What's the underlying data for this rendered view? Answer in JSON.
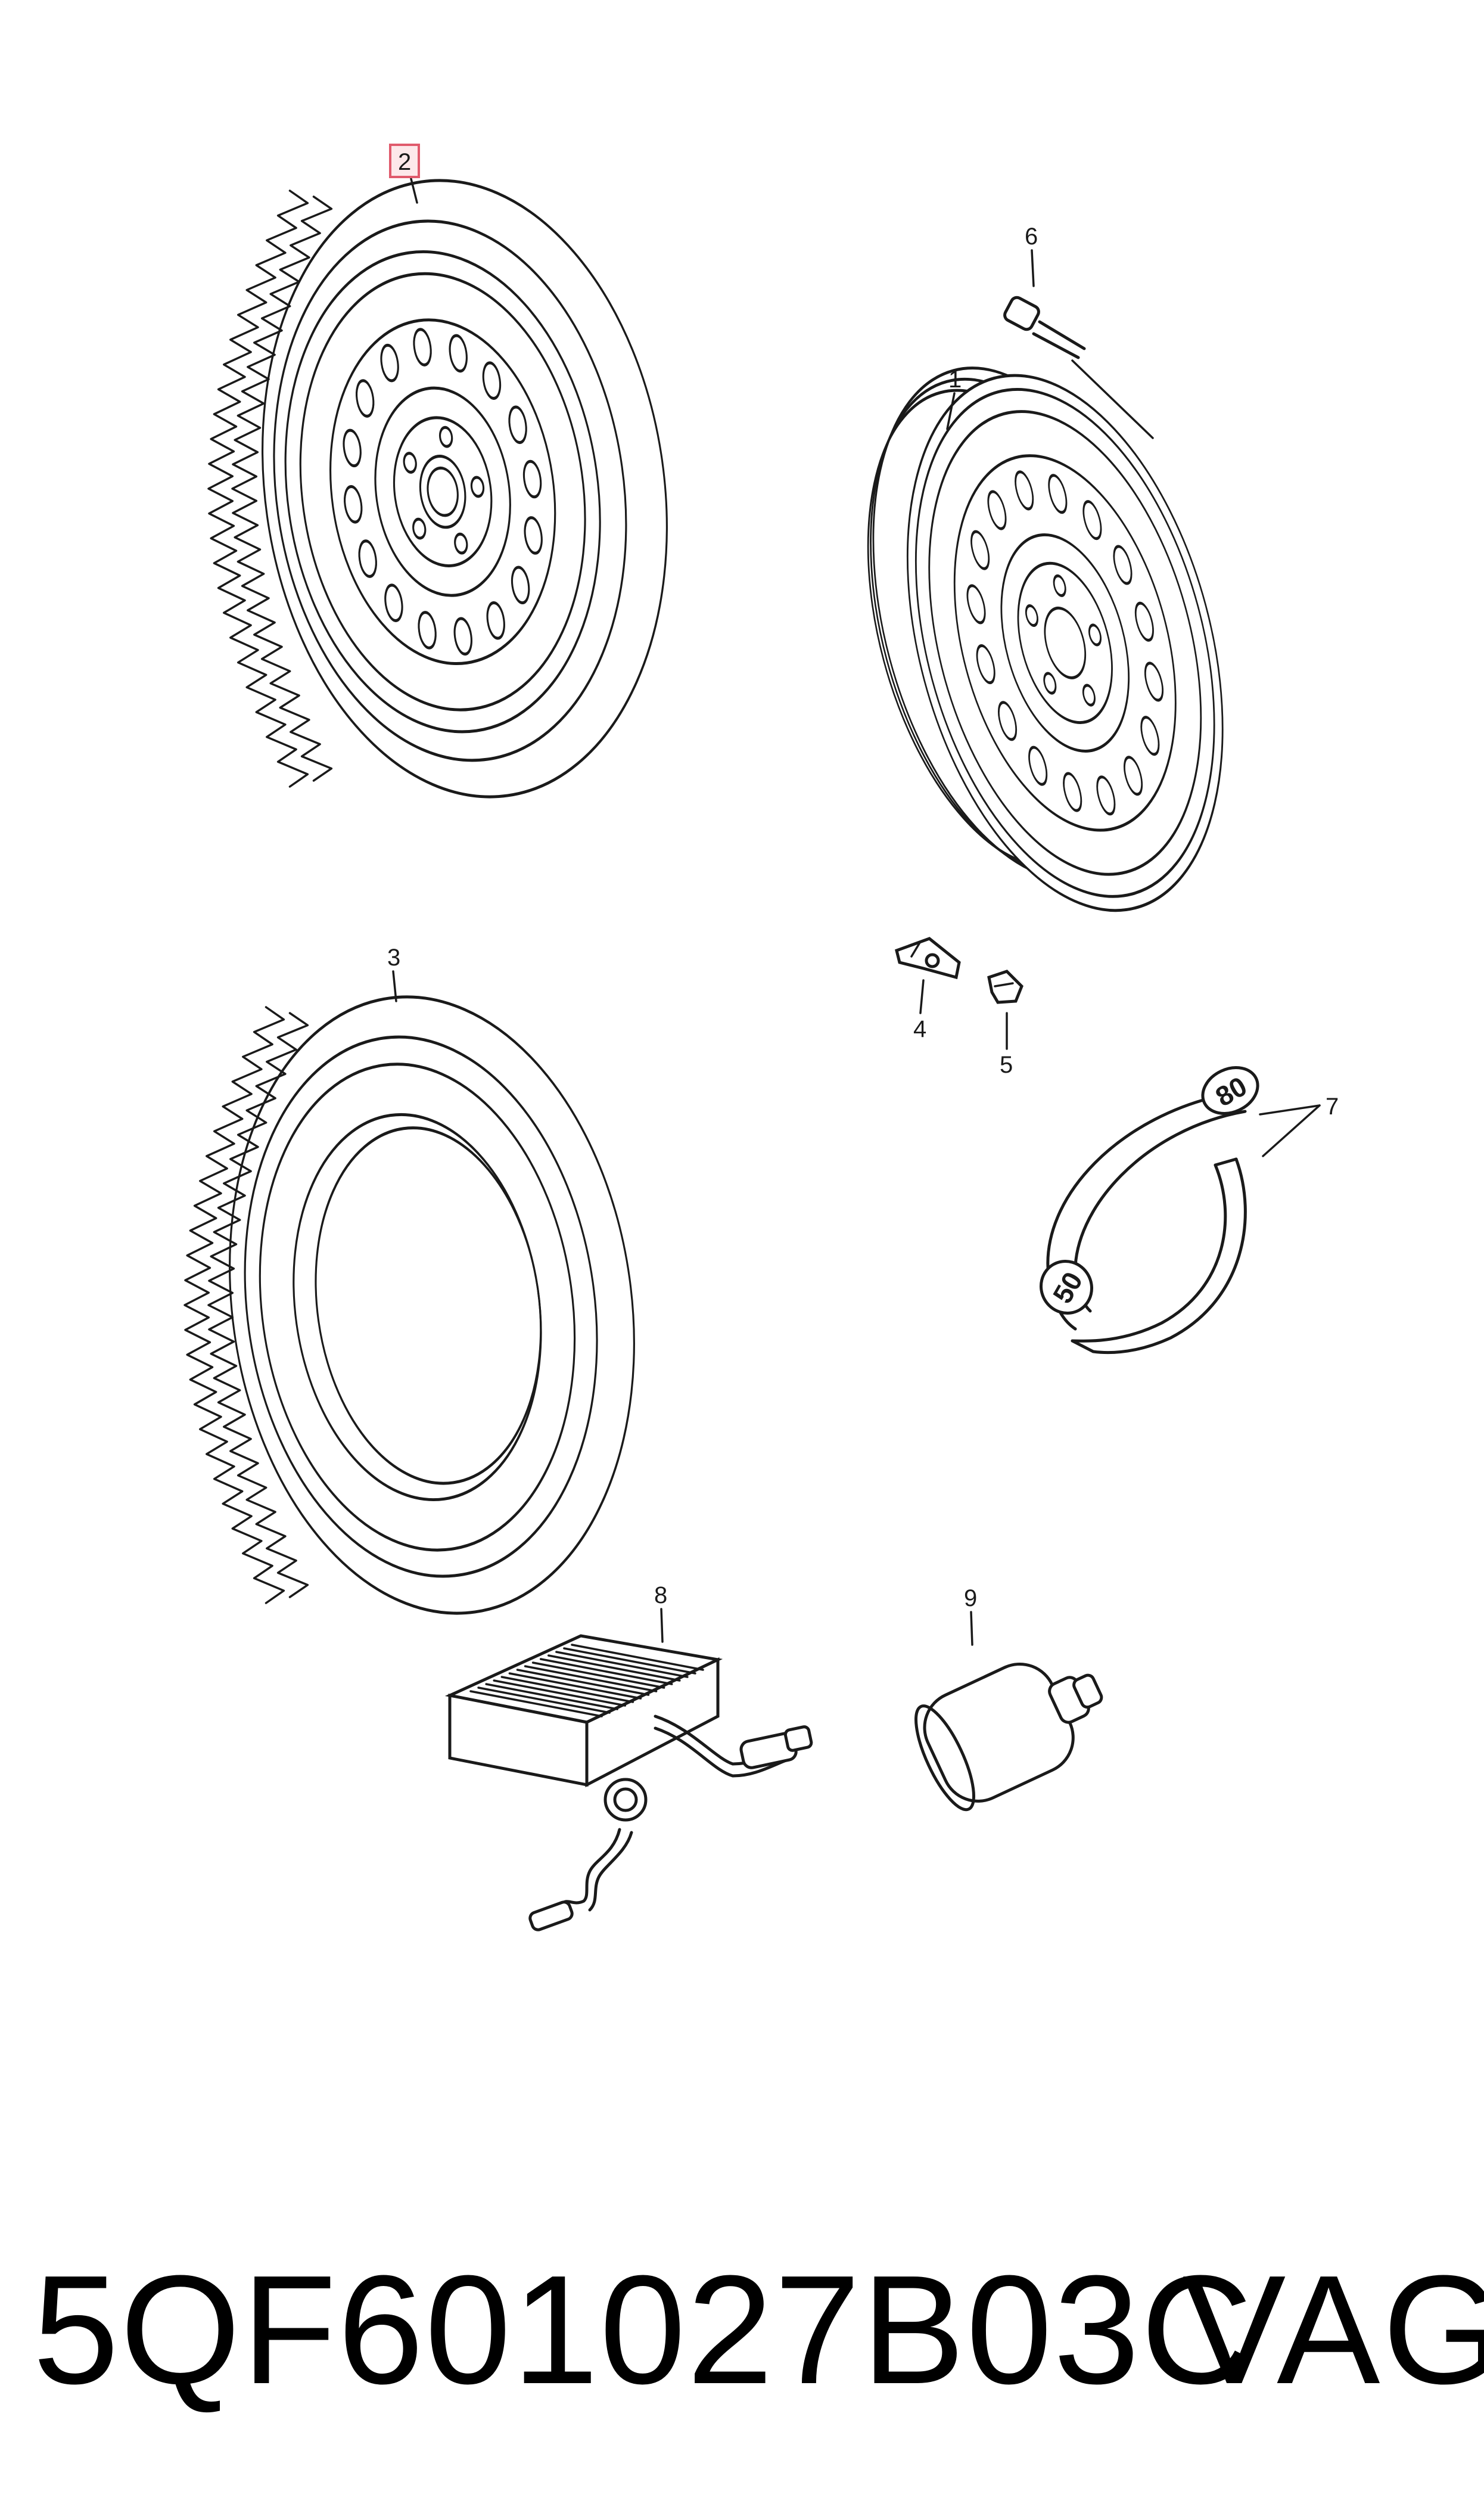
{
  "callouts": {
    "p1": "1",
    "p2": "2",
    "p3": "3",
    "p4": "4",
    "p5": "5",
    "p6": "6",
    "p7": "7",
    "p8": "8",
    "p9": "9"
  },
  "highlighted_callout": "2",
  "ring_markings": {
    "upper": "80",
    "lower": "50"
  },
  "footer": {
    "part_number": "5QF601027B03C",
    "brand": "VAG"
  },
  "colors": {
    "line": "#1a1a1a",
    "highlight_fill": "#fde8ea",
    "highlight_stroke": "#e05a6c",
    "background": "#ffffff"
  }
}
